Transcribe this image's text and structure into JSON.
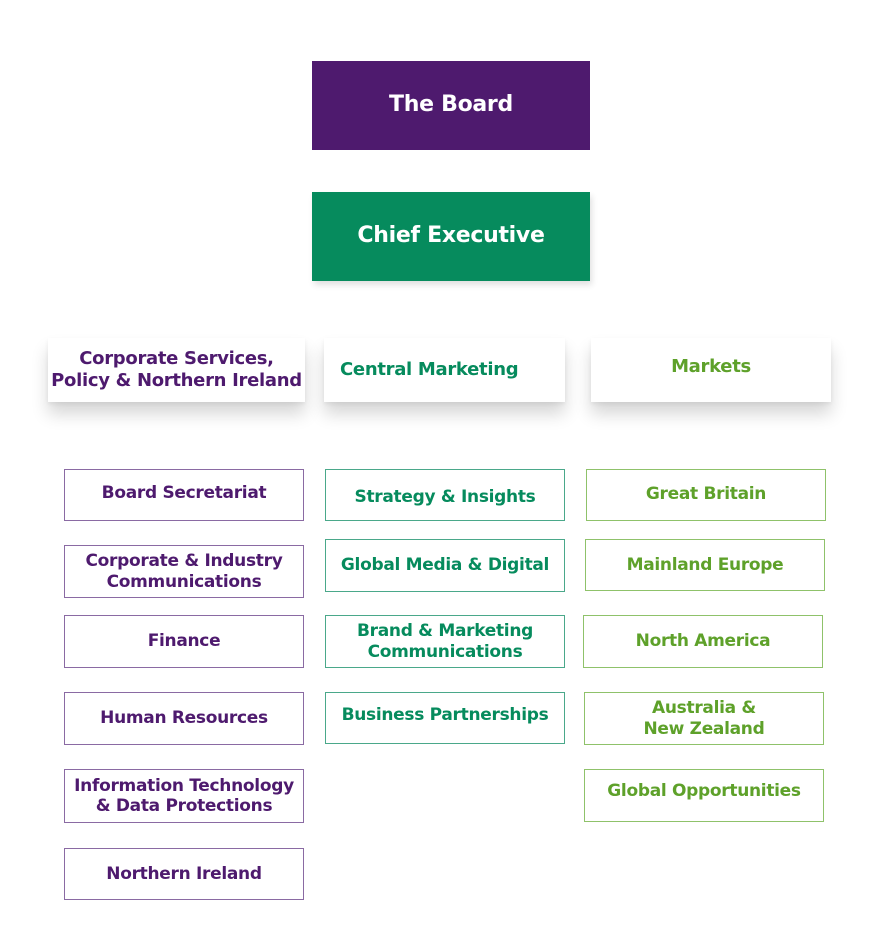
{
  "board": {
    "label": "The Board"
  },
  "chief_executive": {
    "label": "Chief Executive"
  },
  "divisions": {
    "corporate": {
      "label_line1": "Corporate Services,",
      "label_line2": "Policy & Northern Ireland",
      "color": "#4e1a6e",
      "units": [
        {
          "label": "Board Secretariat"
        },
        {
          "label_line1": "Corporate & Industry",
          "label_line2": "Communications"
        },
        {
          "label": "Finance"
        },
        {
          "label": "Human Resources"
        },
        {
          "label_line1": "Information Technology",
          "label_line2": "& Data Protections"
        },
        {
          "label": "Northern Ireland"
        }
      ]
    },
    "marketing": {
      "label": "Central Marketing",
      "color": "#068b5d",
      "units": [
        {
          "label": "Strategy & Insights"
        },
        {
          "label": "Global Media & Digital"
        },
        {
          "label_line1": "Brand & Marketing",
          "label_line2": "Communications"
        },
        {
          "label": "Business Partnerships"
        }
      ]
    },
    "markets": {
      "label": "Markets",
      "color": "#5ea12a",
      "units": [
        {
          "label": "Great Britain"
        },
        {
          "label": "Mainland Europe"
        },
        {
          "label": "North America"
        },
        {
          "label_line1": "Australia &",
          "label_line2": "New Zealand"
        },
        {
          "label": "Global Opportunities"
        }
      ]
    }
  }
}
